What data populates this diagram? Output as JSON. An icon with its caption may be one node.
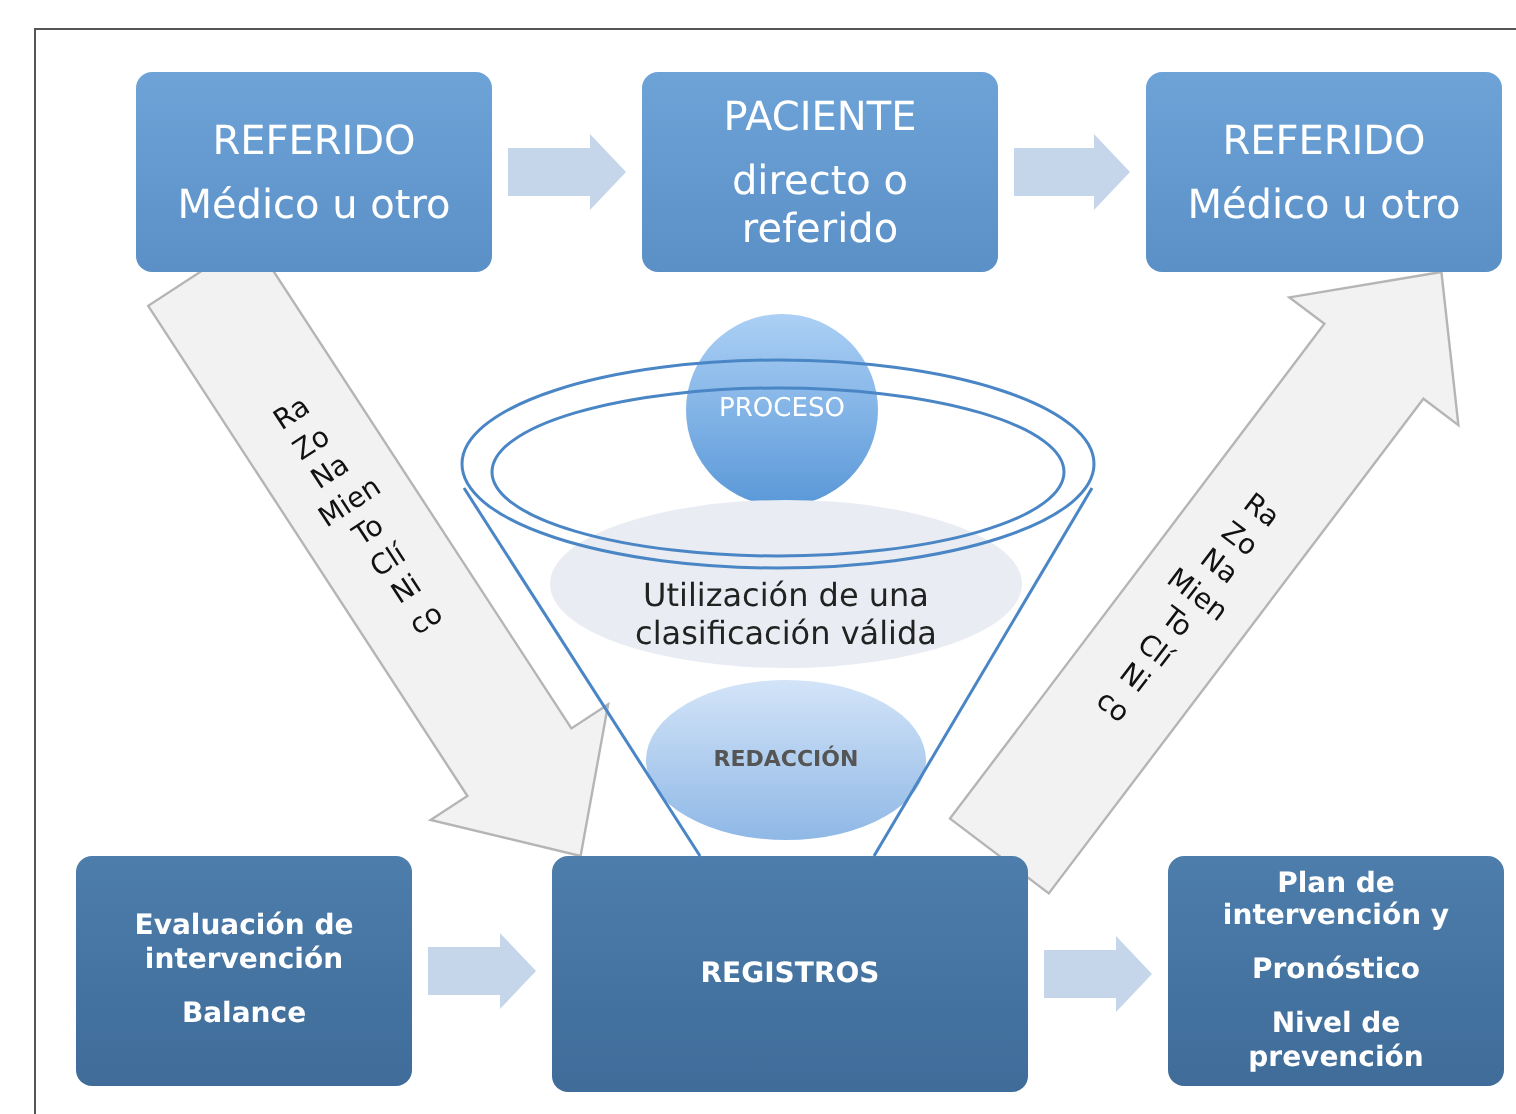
{
  "diagram": {
    "nodes": [
      {
        "text": [
          "REFERIDO",
          "Médico u otro"
        ]
      },
      {
        "text": [
          "PACIENTE",
          "directo o referido"
        ]
      },
      {
        "text": [
          "REFERIDO",
          "Médico u otro"
        ]
      },
      {
        "text": [
          "Evaluación de intervención",
          "Balance"
        ]
      },
      {
        "text": [
          "REGISTROS"
        ]
      },
      {
        "text": [
          "Plan de intervención y",
          "Pronóstico",
          "Nivel de prevención"
        ]
      },
      {
        "text": [
          "PROCESO"
        ]
      },
      {
        "text": [
          "Utilización de una clasificación válida"
        ]
      },
      {
        "text": [
          "REDACCIÓN"
        ]
      }
    ],
    "edges": [
      {
        "from": 0,
        "to": 1,
        "arrow": "to"
      },
      {
        "from": 1,
        "to": 2,
        "arrow": "to"
      },
      {
        "from": 3,
        "to": 4,
        "arrow": "to"
      },
      {
        "from": 4,
        "to": 5,
        "arrow": "to"
      },
      {
        "from": 0,
        "to": 4,
        "arrow": "to",
        "label": "Ra Zo Na Mien To Clí Ni co",
        "style": "thick",
        "color": "#f2f2f2"
      },
      {
        "from": 4,
        "to": 2,
        "arrow": "to",
        "label": "Ra Zo Na Mien To Clí Ni co",
        "style": "thick",
        "color": "#f2f2f2"
      }
    ]
  }
}
